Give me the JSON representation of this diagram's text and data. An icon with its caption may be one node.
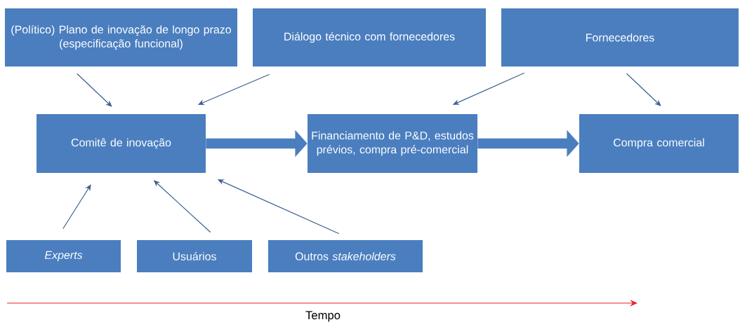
{
  "diagram": {
    "nodes": [
      {
        "text": [
          "(Político) Plano de inovação de longo prazo",
          "(especificação funcional)"
        ]
      },
      {
        "text": [
          "Diálogo técnico com fornecedores"
        ]
      },
      {
        "text": [
          "Fornecedores"
        ]
      },
      {
        "text": [
          "Comitê de inovação"
        ]
      },
      {
        "text": [
          "Financiamento de P&D, estudos prévios, compra pré-comercial"
        ]
      },
      {
        "text": [
          "Compra comercial"
        ]
      },
      {
        "text": [
          "Experts"
        ]
      },
      {
        "text": [
          "Usuários"
        ]
      },
      {
        "text": [
          "Outros *stakeholders*"
        ]
      }
    ],
    "edges": [
      {
        "from": 0,
        "to": 3,
        "arrow": "to"
      },
      {
        "from": 1,
        "to": 3,
        "arrow": "to"
      },
      {
        "from": 2,
        "to": 4,
        "arrow": "to"
      },
      {
        "from": 2,
        "to": 5,
        "arrow": "to"
      },
      {
        "from": 3,
        "to": 4,
        "arrow": "to",
        "style": "thick"
      },
      {
        "from": 4,
        "to": 5,
        "arrow": "to",
        "style": "thick"
      },
      {
        "from": 6,
        "to": 3,
        "arrow": "to"
      },
      {
        "from": 7,
        "to": 3,
        "arrow": "to"
      },
      {
        "from": 8,
        "to": 3,
        "arrow": "to"
      }
    ],
    "labels": [
      "Tempo"
    ]
  }
}
